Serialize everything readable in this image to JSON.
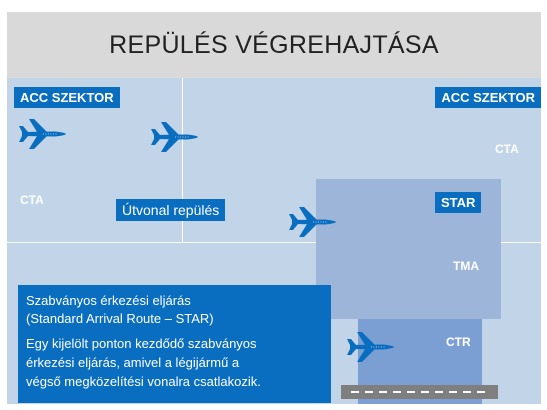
{
  "header": {
    "title": "REPÜLÉS VÉGREHAJTÁSA"
  },
  "labels": {
    "acc_left": "ACC SZEKTOR",
    "acc_right": "ACC SZEKTOR",
    "cta_left": "CTA",
    "cta_right": "CTA",
    "route": "Útvonal repülés",
    "star": "STAR",
    "tma": "TMA",
    "ctr": "CTR"
  },
  "info": {
    "title_line1": "Szabványos érkezési eljárás",
    "title_line2": "(Standard Arrival Route – STAR)",
    "body_line1": "Egy kijelölt ponton kezdődő szabványos",
    "body_line2": "érkezési eljárás, amivel a légijármű a",
    "body_line3": "végső megközelítési vonalra csatlakozik."
  },
  "icons": [
    "airplane-icon",
    "airplane-icon",
    "airplane-icon",
    "airplane-icon"
  ],
  "colors": {
    "header_bg": "#d9d9d9",
    "sky": "#c2d4e8",
    "tma": "#9db5d9",
    "ctr": "#7c9fd3",
    "accent": "#0a6ec0",
    "runway": "#7f7f7f"
  }
}
